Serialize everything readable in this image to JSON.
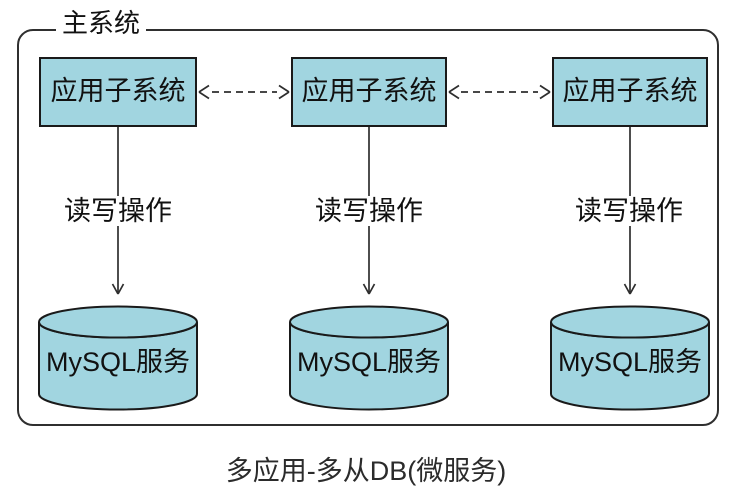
{
  "diagram": {
    "container_label": "主系统",
    "caption": "多应用-多从DB(微服务)",
    "columns": [
      {
        "app_label": "应用子系统",
        "edge_label": "读写操作",
        "db_label": "MySQL服务"
      },
      {
        "app_label": "应用子系统",
        "edge_label": "读写操作",
        "db_label": "MySQL服务"
      },
      {
        "app_label": "应用子系统",
        "edge_label": "读写操作",
        "db_label": "MySQL服务"
      }
    ],
    "connections": {
      "app_to_app": "dashed double-headed arrow",
      "app_to_db": "solid arrow down"
    }
  },
  "colors": {
    "node_fill": "#a1d5e0",
    "node_border": "#1a1a1a",
    "connector": "#2e2e2e",
    "text": "#111111",
    "background": "#ffffff"
  }
}
